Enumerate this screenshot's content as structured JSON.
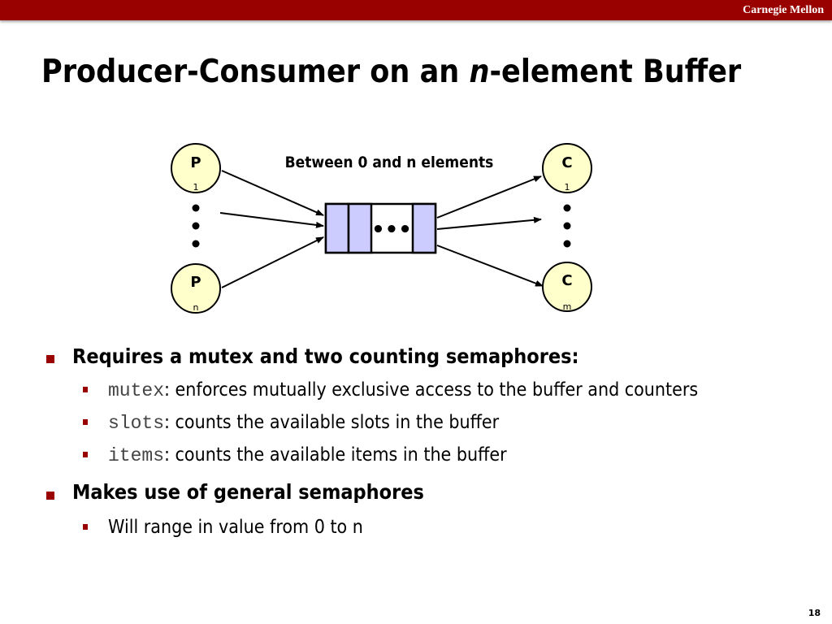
{
  "header": {
    "brand": "Carnegie Mellon"
  },
  "slide": {
    "title_prefix": "Producer-Consumer on an ",
    "title_italic": "n",
    "title_suffix": "-element Buffer",
    "page_number": "18"
  },
  "diagram": {
    "buffer_label": "Between 0 and n elements",
    "producer_top": {
      "letter": "P",
      "sub": "1"
    },
    "producer_bottom": {
      "letter": "P",
      "sub": "n"
    },
    "consumer_top": {
      "letter": "C",
      "sub": "1"
    },
    "consumer_bottom": {
      "letter": "C",
      "sub": "m"
    },
    "buffer_ellipsis": "•••",
    "colors": {
      "node_fill": "#ffffcc",
      "slot_fill": "#ccccff"
    }
  },
  "bullets": [
    {
      "text": "Requires a mutex and two counting semaphores:",
      "sub": [
        {
          "code": "mutex",
          "text": ": enforces mutually exclusive access to the buffer and counters"
        },
        {
          "code": "slots",
          "text": ": counts the available slots in the buffer"
        },
        {
          "code": "items",
          "text": ": counts the available items in the buffer"
        }
      ]
    },
    {
      "text": "Makes use of general semaphores",
      "sub": [
        {
          "text": "Will range in value from 0 to n"
        }
      ]
    }
  ]
}
